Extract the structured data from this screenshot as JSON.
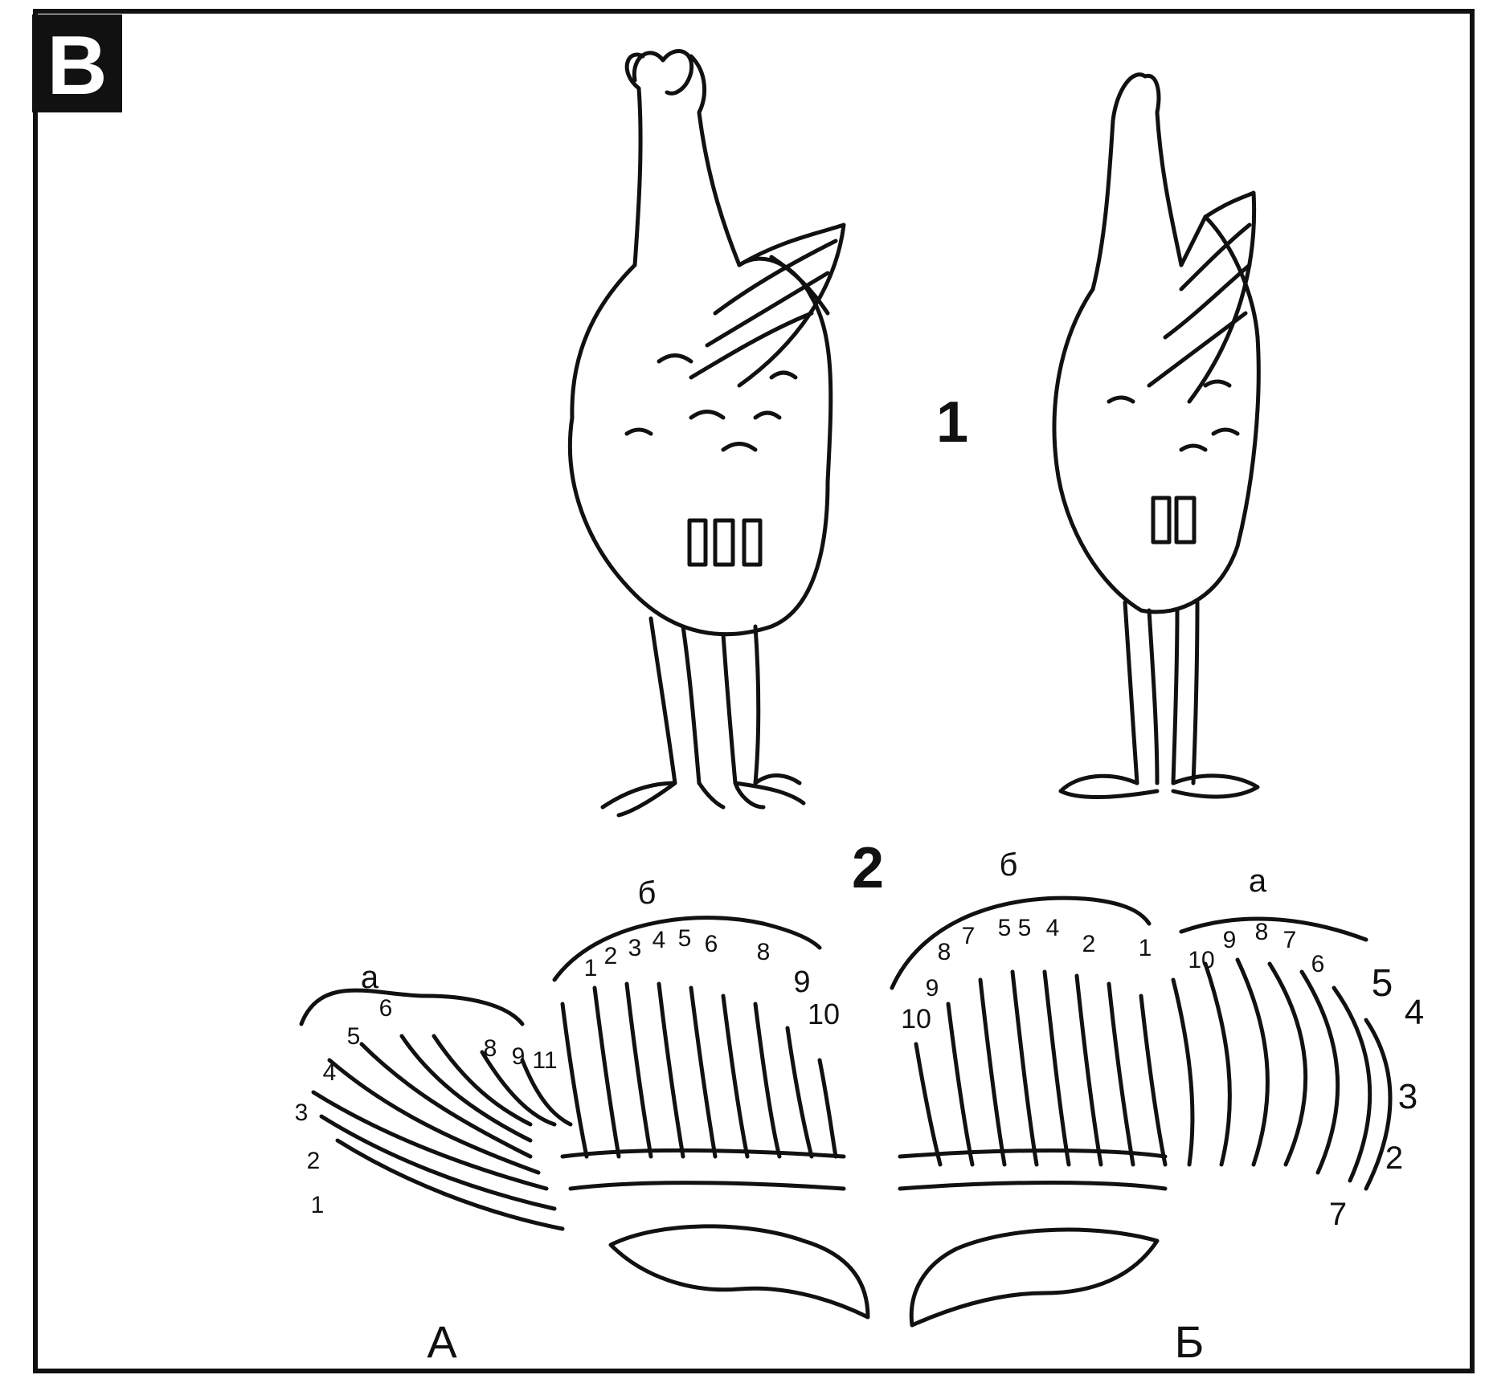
{
  "panel_badge": "B",
  "figure_labels": {
    "fig1": "1",
    "fig2": "2",
    "wing_a_caption": "А",
    "wing_b_caption": "Б"
  },
  "wing_a": {
    "arc_a_label": "а",
    "arc_b_label": "б",
    "primary_numbers": [
      "1",
      "2",
      "3",
      "4",
      "5",
      "6",
      "8",
      "9",
      "11"
    ],
    "secondary_numbers": [
      "1",
      "2",
      "3",
      "4",
      "5",
      "6",
      "8",
      "9",
      "10"
    ]
  },
  "wing_b": {
    "arc_b_label": "б",
    "arc_a_label": "а",
    "secondary_numbers": [
      "10",
      "9",
      "8",
      "7",
      "5",
      "5",
      "4",
      "2",
      "1"
    ],
    "primary_numbers": [
      "10",
      "9",
      "8",
      "7",
      "6",
      "5",
      "4",
      "3",
      "2",
      "7"
    ]
  },
  "colors": {
    "ink": "#111111",
    "paper": "#ffffff"
  }
}
